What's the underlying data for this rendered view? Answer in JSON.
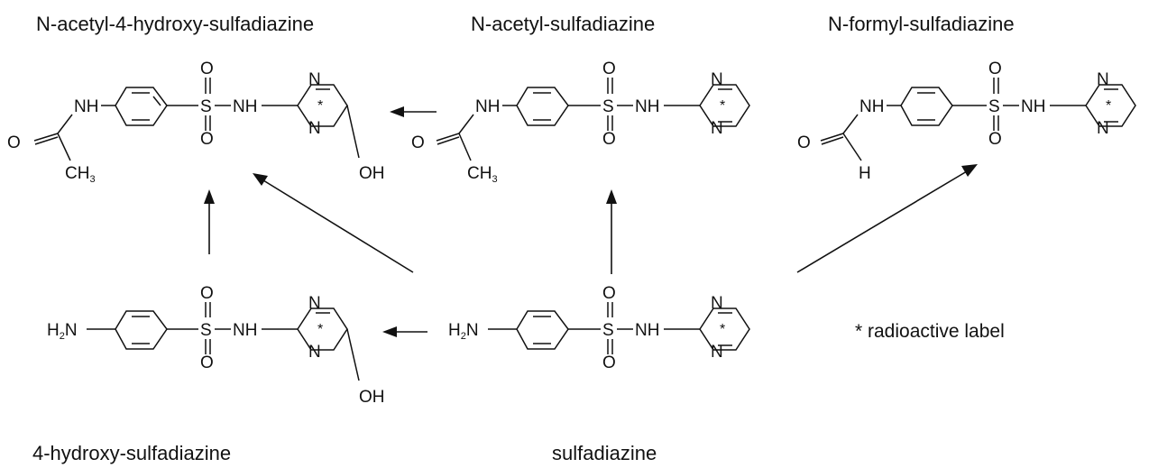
{
  "titles": {
    "acetyl_hydroxy": "N-acetyl-4-hydroxy-sulfadiazine",
    "acetyl": "N-acetyl-sulfadiazine",
    "formyl": "N-formyl-sulfadiazine",
    "hydroxy": "4-hydroxy-sulfadiazine",
    "parent": "sulfadiazine"
  },
  "legend": "* radioactive label",
  "atoms": {
    "nh": "NH",
    "o": "O",
    "s": "S",
    "n": "N",
    "oh": "OH",
    "h": "H",
    "ch3": "CH",
    "ch3_sub": "3",
    "h2n_h": "H",
    "h2n_sub": "2",
    "h2n_n": "N",
    "star": "*"
  }
}
